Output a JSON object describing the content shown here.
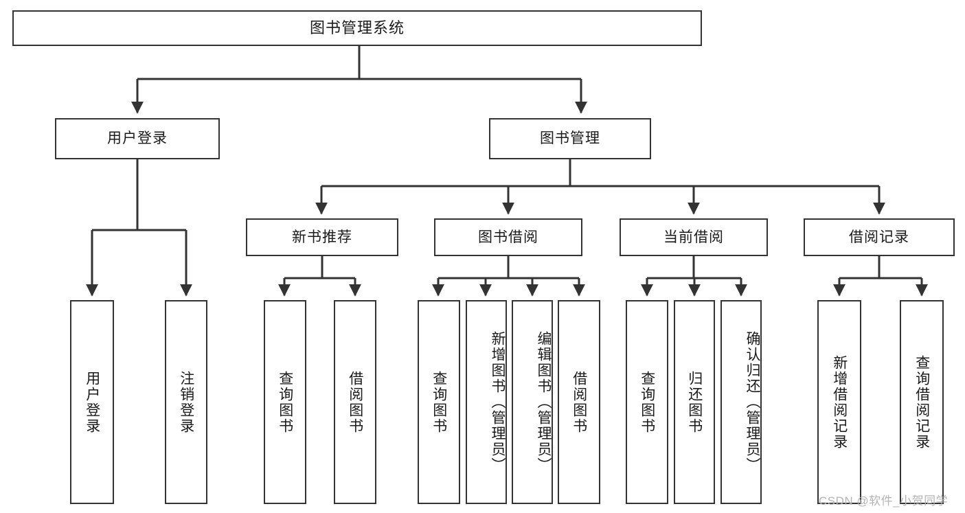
{
  "diagram": {
    "title": "图书管理系统",
    "type": "tree-hierarchy-chart",
    "colors": {
      "stroke": "#333333",
      "fill": "#ffffff",
      "text": "#1a1a1a",
      "watermark": "#b4b4b4"
    },
    "levels": {
      "root": {
        "label": "图书管理系统"
      },
      "level2": [
        {
          "label": "用户登录"
        },
        {
          "label": "图书管理"
        }
      ],
      "level3": [
        {
          "label": "新书推荐"
        },
        {
          "label": "图书借阅"
        },
        {
          "label": "当前借阅"
        },
        {
          "label": "借阅记录"
        }
      ],
      "leaves": [
        {
          "label": "用户登录",
          "parent": "用户登录"
        },
        {
          "label": "注销登录",
          "parent": "用户登录"
        },
        {
          "label": "查询图书",
          "parent": "新书推荐"
        },
        {
          "label": "借阅图书",
          "parent": "新书推荐"
        },
        {
          "label": "查询图书",
          "parent": "图书借阅"
        },
        {
          "label": "新增图书（管理员）",
          "parent": "图书借阅"
        },
        {
          "label": "编辑图书（管理员）",
          "parent": "图书借阅"
        },
        {
          "label": "借阅图书",
          "parent": "图书借阅"
        },
        {
          "label": "查询图书",
          "parent": "当前借阅"
        },
        {
          "label": "归还图书",
          "parent": "当前借阅"
        },
        {
          "label": "确认归还（管理员）",
          "parent": "当前借阅"
        },
        {
          "label": "新增借阅记录",
          "parent": "借阅记录"
        },
        {
          "label": "查询借阅记录",
          "parent": "借阅记录"
        }
      ]
    },
    "watermark": "CSDN @软件_小贺同学"
  }
}
